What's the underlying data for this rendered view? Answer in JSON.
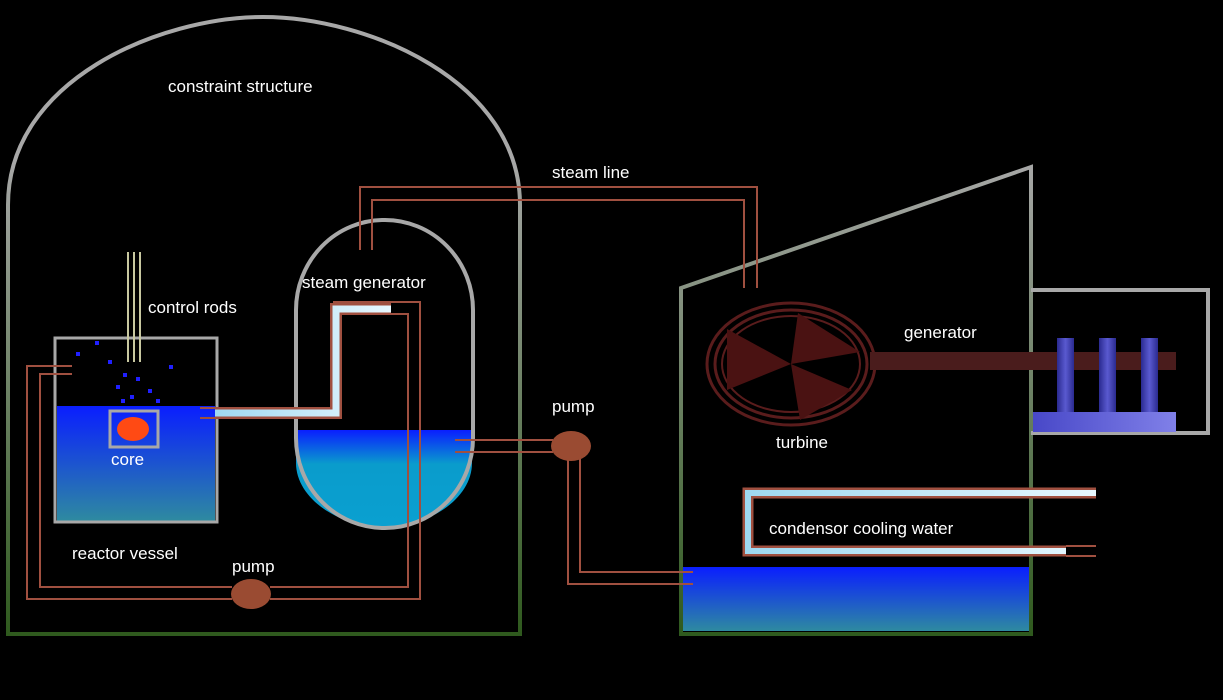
{
  "labels": {
    "constraint_structure": "constraint structure",
    "steam_line": "steam line",
    "control_rods": "control rods",
    "steam_generator": "steam generator",
    "generator": "generator",
    "pump_right": "pump",
    "turbine": "turbine",
    "core": "core",
    "reactor_vessel": "reactor vessel",
    "pump_left": "pump",
    "condensor_cooling_water": "condensor cooling water"
  },
  "colors": {
    "background": "#000000",
    "wall_top": "#a8a8a8",
    "wall_bottom": "#2f5a1e",
    "pipe": "#a05040",
    "pump": "#9a4b32",
    "water_top": "#0a1eff",
    "water_bottom": "#2e8aa0",
    "steam_gen_water": "#0a9ccc",
    "core": "#ff4a14",
    "turbine": "#4a1212",
    "generator_coil": "#3c3caa",
    "generator_base": "#7070e0"
  },
  "icons": {
    "pump": "pump-icon",
    "turbine": "turbine-icon",
    "core": "reactor-core-icon"
  }
}
